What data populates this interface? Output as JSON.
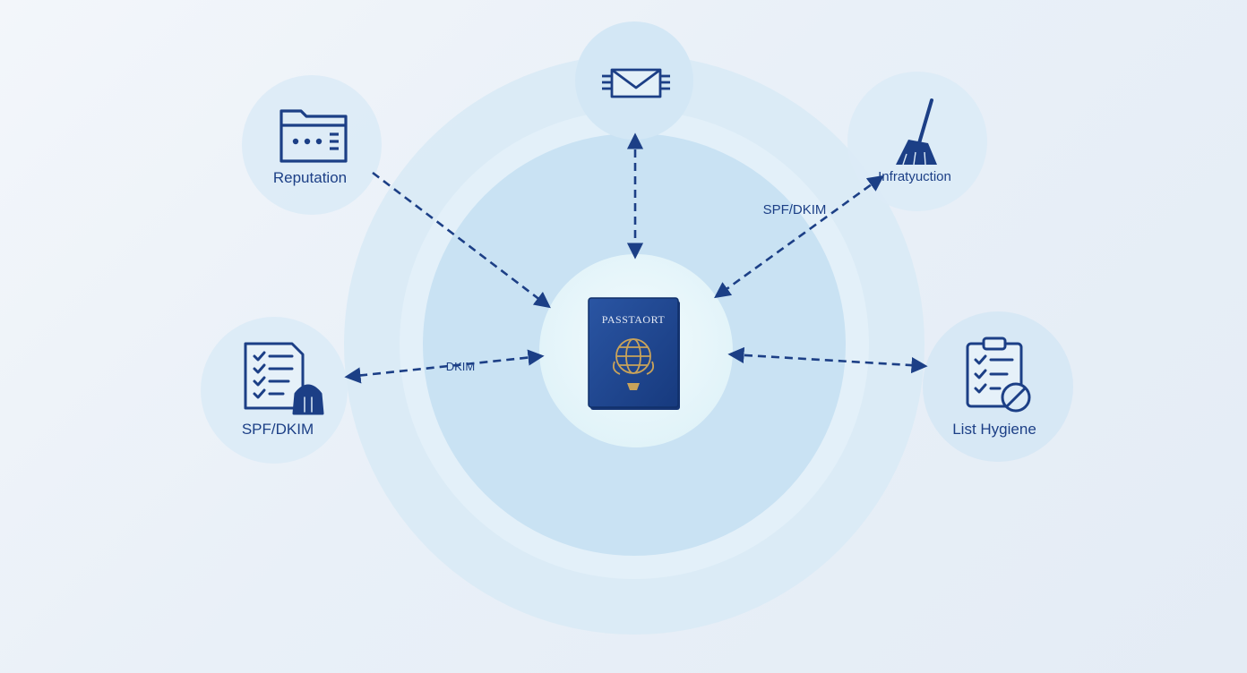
{
  "center": {
    "title": "PASSTAORT"
  },
  "nodes": {
    "reputation": {
      "label": "Reputation",
      "icon": "browser-window-icon"
    },
    "email": {
      "label": "",
      "icon": "envelope-icon"
    },
    "infrastructure": {
      "label": "Infratyuction",
      "icon": "broom-icon"
    },
    "spf_dkim": {
      "label": "SPF/DKIM",
      "icon": "checklist-document-icon"
    },
    "list_hygiene": {
      "label": "List Hygiene",
      "icon": "clipboard-block-icon"
    }
  },
  "connectors": {
    "upper_right_label": "SPF/DKIM",
    "left_label": "DKIM"
  },
  "colors": {
    "primary": "#1c3f86",
    "passport": "#1f4590",
    "gold": "#c9a35a",
    "ring_light": "#d9ebf7",
    "ring_mid": "#c7e1f3",
    "node_fill": "#dcebf7",
    "center_fill": "#e6f6fb"
  }
}
